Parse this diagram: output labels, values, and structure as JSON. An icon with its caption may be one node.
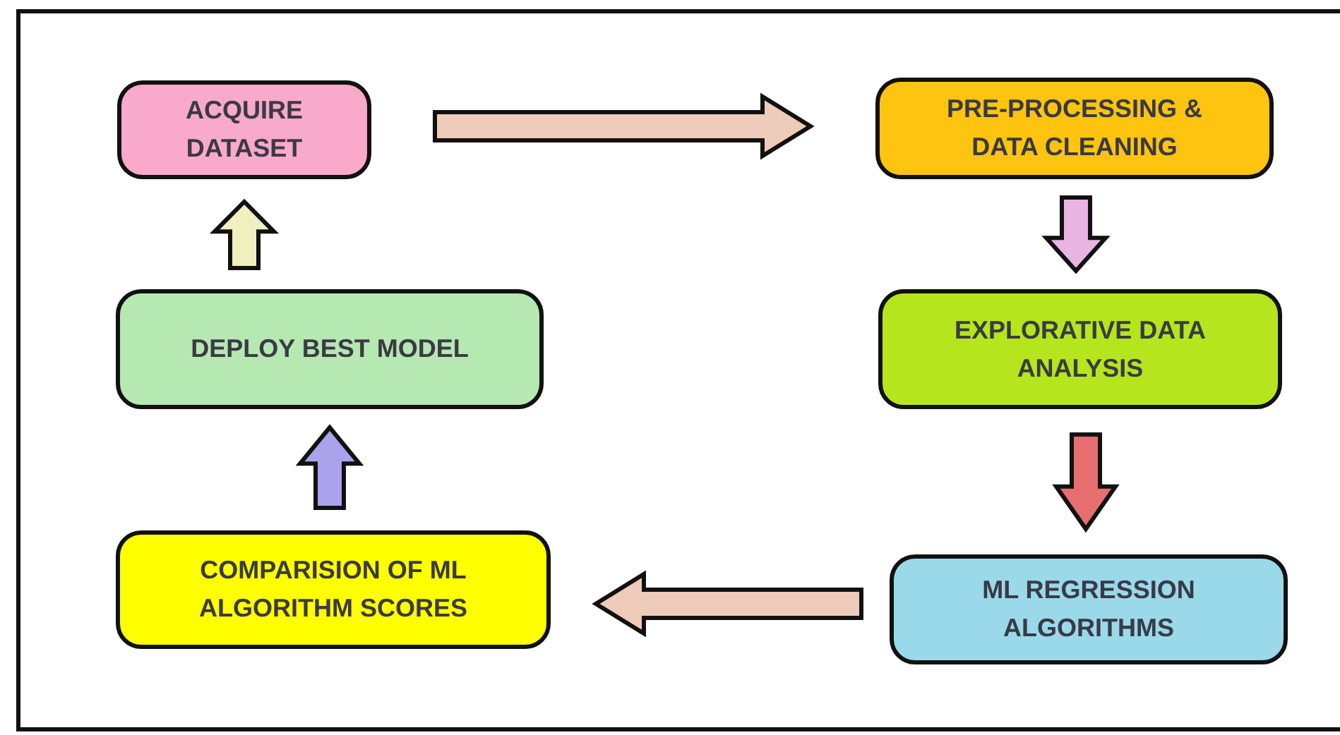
{
  "diagram": {
    "nodes": [
      {
        "text": [
          "ACQUIRE DATASET"
        ]
      },
      {
        "text": [
          "PRE-PROCESSING & DATA CLEANING"
        ]
      },
      {
        "text": [
          "EXPLORATIVE DATA ANALYSIS"
        ]
      },
      {
        "text": [
          "ML REGRESSION ALGORITHMS"
        ]
      },
      {
        "text": [
          "COMPARISION OF ML ALGORITHM SCORES"
        ]
      },
      {
        "text": [
          "DEPLOY BEST MODEL"
        ]
      }
    ],
    "edges": [
      {
        "from": 0,
        "to": 1,
        "arrow": "to",
        "style": "thick",
        "color": "#efcbb9"
      },
      {
        "from": 1,
        "to": 2,
        "arrow": "to",
        "style": "thick",
        "color": "#e8b4e2"
      },
      {
        "from": 2,
        "to": 3,
        "arrow": "to",
        "style": "thick",
        "color": "#e56e6f"
      },
      {
        "from": 3,
        "to": 4,
        "arrow": "to",
        "style": "thick",
        "color": "#efcbb9"
      },
      {
        "from": 4,
        "to": 5,
        "arrow": "to",
        "style": "thick",
        "color": "#aaa2ea"
      },
      {
        "from": 5,
        "to": 0,
        "arrow": "to",
        "style": "thick",
        "color": "#efefbf"
      }
    ]
  }
}
